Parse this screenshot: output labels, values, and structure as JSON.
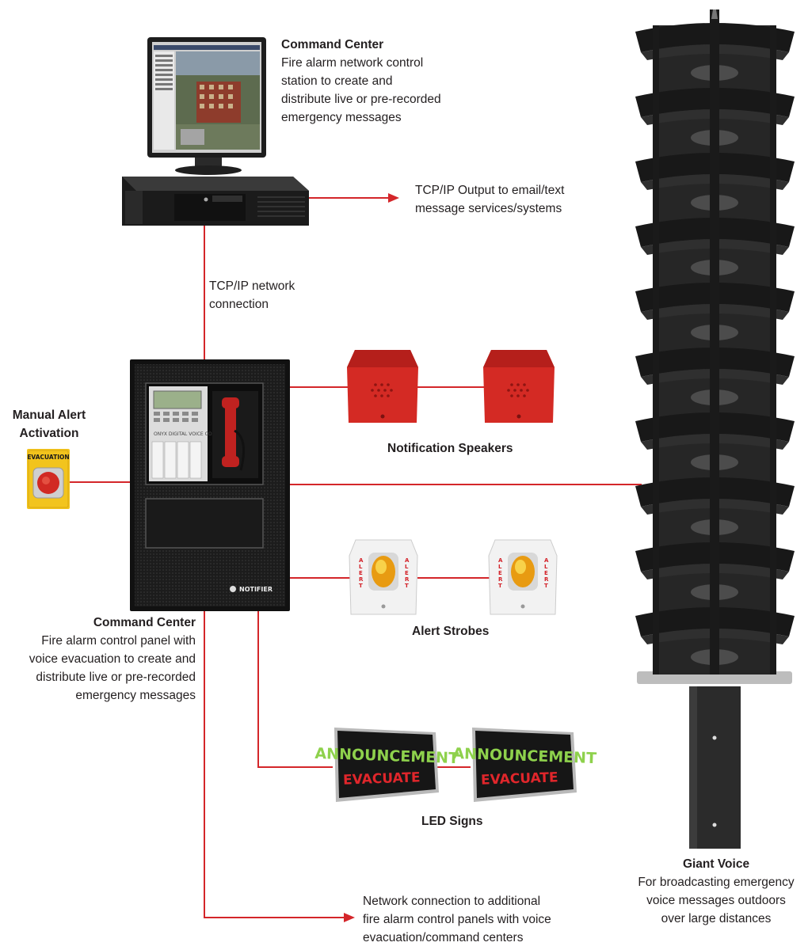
{
  "command_center_station": {
    "title": "Command Center",
    "lines": [
      "Fire alarm network control",
      "station to create and",
      "distribute live or pre-recorded",
      "emergency messages"
    ]
  },
  "tcpip_output": {
    "lines": [
      "TCP/IP Output to email/text",
      "message services/systems"
    ]
  },
  "tcpip_network": {
    "lines": [
      "TCP/IP network",
      "connection"
    ]
  },
  "manual_alert": {
    "title_lines": [
      "Manual Alert",
      "Activation"
    ],
    "button_label": "EVACUATION"
  },
  "control_panel": {
    "title": "Command Center",
    "lines": [
      "Fire alarm control panel with",
      "voice evacuation to create and",
      "distribute live or pre-recorded",
      "emergency messages"
    ],
    "brand": "NOTIFIER",
    "model": "ONYX DIGITAL VOICE COMMAND"
  },
  "notification_speakers": {
    "label": "Notification Speakers"
  },
  "alert_strobes": {
    "label": "Alert Strobes",
    "strobe_text": "ALERT"
  },
  "led_signs": {
    "label": "LED Signs",
    "sign_line1": "ANNOUNCEMENT",
    "sign_line2": "EVACUATE"
  },
  "network_connection": {
    "lines": [
      "Network connection to additional",
      "fire alarm control panels with voice",
      "evacuation/command centers"
    ]
  },
  "giant_voice": {
    "title": "Giant Voice",
    "lines": [
      "For broadcasting emergency",
      "voice messages outdoors",
      "over large distances"
    ]
  },
  "colors": {
    "wire": "#d4262a",
    "speaker_red": "#d42a24",
    "panel_black": "#1c1c1c"
  }
}
